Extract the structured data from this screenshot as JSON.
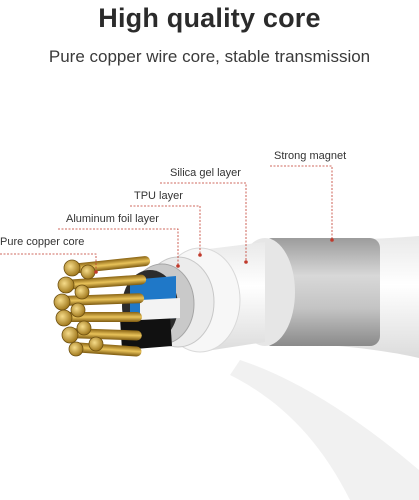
{
  "header": {
    "title": "High quality core",
    "subtitle": "Pure copper wire core, stable transmission"
  },
  "labels": {
    "magnet": "Strong magnet",
    "silica": "Silica gel layer",
    "tpu": "TPU layer",
    "aluminum": "Aluminum foil layer",
    "copper": "Pure copper core"
  },
  "colors": {
    "callout_line": "#c0392b",
    "copper": "#c9a23a",
    "magnet": "#b9b9b9",
    "wire_blue": "#1f78c8",
    "wire_black": "#1a1a1a"
  }
}
